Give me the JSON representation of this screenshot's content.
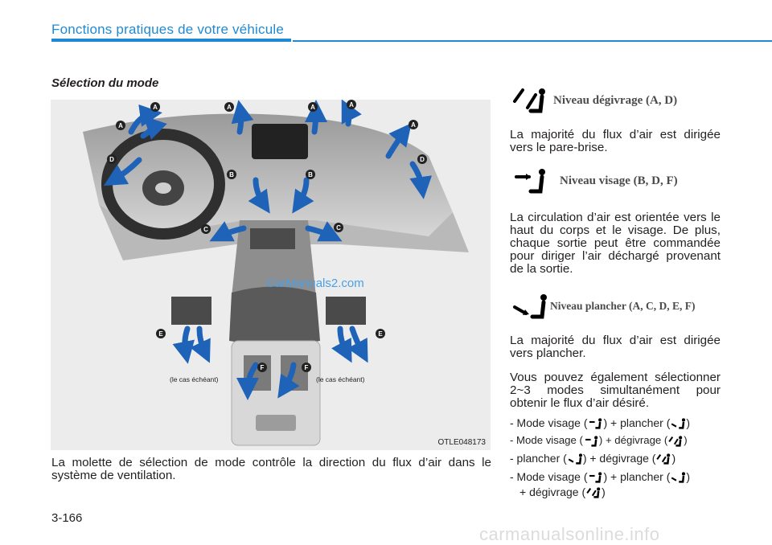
{
  "header": {
    "title": "Fonctions pratiques de votre véhicule"
  },
  "section": {
    "title": "Sélection du mode"
  },
  "figure": {
    "code": "OTLE048173",
    "caption_left": "(le cas échéant)",
    "caption_right": "(le cas échéant)",
    "watermark": "CarManuals2.com",
    "vent_labels": [
      "A",
      "A",
      "A",
      "A",
      "A",
      "A",
      "D",
      "D",
      "B",
      "B",
      "C",
      "C",
      "E",
      "E",
      "F",
      "F"
    ]
  },
  "intro": "La molette de sélection de mode contrôle la direction du flux d’air dans le système de ventilation.",
  "modes": [
    {
      "icon": "defrost-mode-icon",
      "title": "Niveau dégivrage (A, D)",
      "text": "La majorité du flux d’air est dirigée vers le pare-brise."
    },
    {
      "icon": "face-mode-icon",
      "title": "Niveau visage (B, D, F)",
      "text": "La circulation d’air est orientée vers le haut du corps et le visage. De plus, chaque sortie peut être commandée pour diriger l’air déchargé provenant de la sortie."
    },
    {
      "icon": "floor-mode-icon",
      "title": "Niveau plancher (A, C, D, E, F)",
      "text": "La majorité du flux d’air est dirigée vers plancher."
    }
  ],
  "combo_intro": "Vous pouvez également sélectionner 2~3 modes simultanément pour obtenir le flux d’air désiré.",
  "combos": {
    "c1": {
      "a": "- Mode visage (",
      "b": ") + plancher (",
      "c": ")"
    },
    "c2": {
      "a": "- Mode visage (",
      "b": ") + dégivrage (",
      "c": ")"
    },
    "c3": {
      "a": "- plancher (",
      "b": ") + dégivrage (",
      "c": ")"
    },
    "c4": {
      "a": "- Mode visage (",
      "b": ") + plancher (",
      "c": ")",
      "d": "+ dégivrage (",
      "e": ")"
    }
  },
  "page_number": "3-166",
  "footer_watermark": "carmanualsonline.info",
  "colors": {
    "accent": "#1f8ad3",
    "arrow": "#1e63b8"
  }
}
